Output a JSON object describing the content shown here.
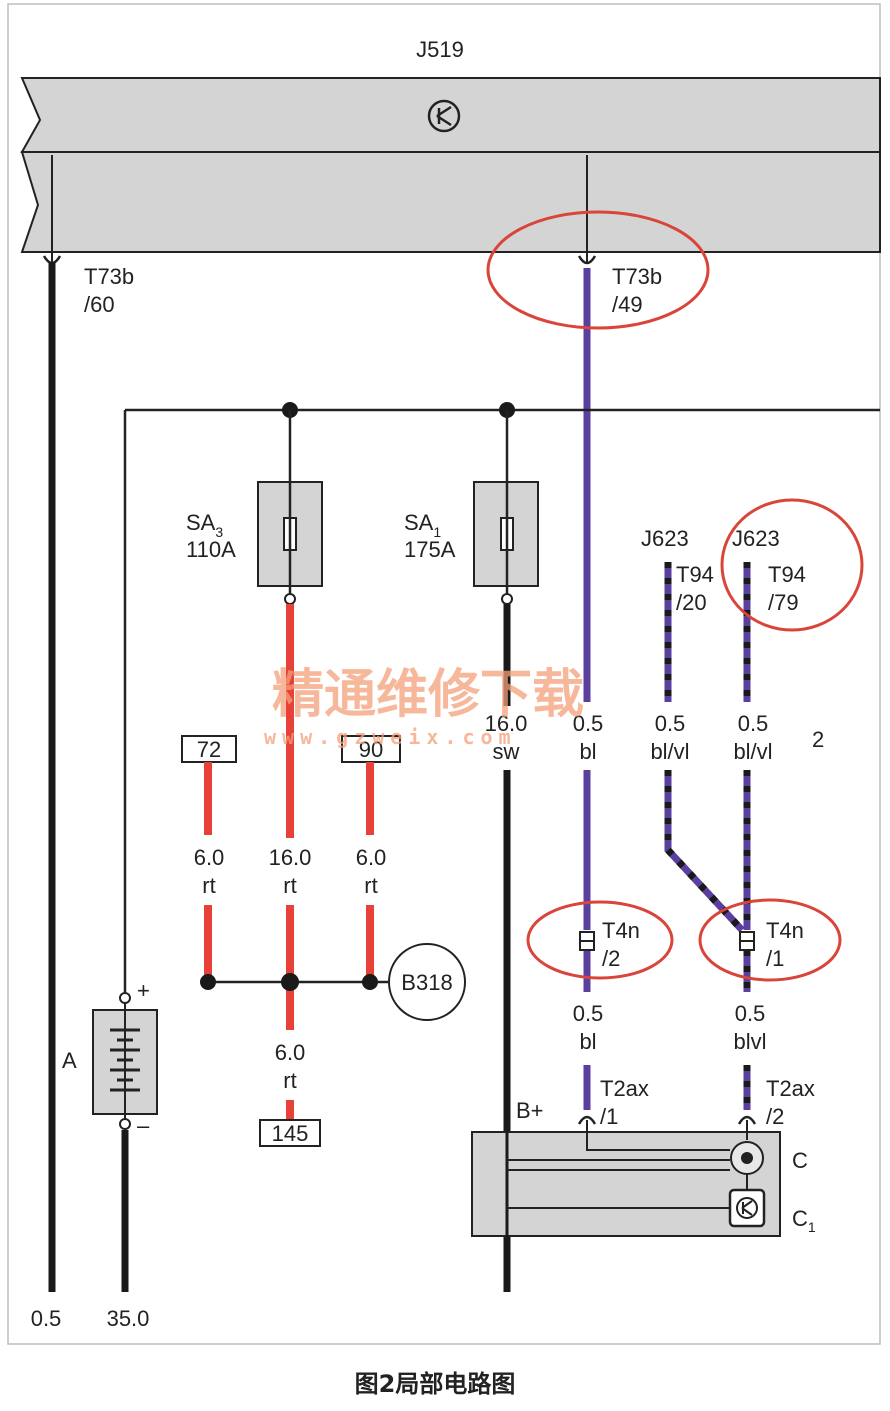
{
  "colors": {
    "wire_black": "#1a1a1a",
    "wire_red": "#e8413a",
    "wire_blue": "#5a3f9e",
    "component_fill": "#d4d4d4",
    "highlight_circle": "#d9453a",
    "watermark": "#f4a07a"
  },
  "control_unit": {
    "label": "J519",
    "icon": "control-unit-icon"
  },
  "connectors": {
    "t73b_60": {
      "line1": "T73b",
      "line2": "/60"
    },
    "t73b_49": {
      "line1": "T73b",
      "line2": "/49"
    },
    "j623_a": {
      "module": "J623",
      "line1": "T94",
      "line2": "/20"
    },
    "j623_b": {
      "module": "J623",
      "line1": "T94",
      "line2": "/79"
    },
    "t4n_2": {
      "line1": "T4n",
      "line2": "/2"
    },
    "t4n_1": {
      "line1": "T4n",
      "line2": "/1"
    },
    "t2ax_1": {
      "line1": "T2ax",
      "line2": "/1"
    },
    "t2ax_2": {
      "line1": "T2ax",
      "line2": "/2"
    }
  },
  "fuses": {
    "sa3": {
      "name": "SA",
      "sub": "3",
      "rating": "110A"
    },
    "sa1": {
      "name": "SA",
      "sub": "1",
      "rating": "175A"
    }
  },
  "battery": {
    "label": "A",
    "plus": "+",
    "minus": "–"
  },
  "ground_point": {
    "label": "B318"
  },
  "ref_boxes": {
    "box72": "72",
    "box90": "90",
    "box145": "145"
  },
  "wire_labels": {
    "w72": {
      "size": "6.0",
      "color": "rt"
    },
    "wmain": {
      "size": "16.0",
      "color": "rt"
    },
    "w90": {
      "size": "6.0",
      "color": "rt"
    },
    "w145": {
      "size": "6.0",
      "color": "rt"
    },
    "wsw": {
      "size": "16.0",
      "color": "sw"
    },
    "wbl_top": {
      "size": "0.5",
      "color": "bl"
    },
    "wblvl_a": {
      "size": "0.5",
      "color": "bl/vl"
    },
    "wblvl_b": {
      "size": "0.5",
      "color": "bl/vl"
    },
    "wbl_bottom": {
      "size": "0.5",
      "color": "bl"
    },
    "wblvl_bottom": {
      "size": "0.5",
      "color": "blvl"
    },
    "left_bottom": "0.5",
    "battery_bottom": "35.0",
    "side_number": "2"
  },
  "generator": {
    "bplus": "B+",
    "c_label": "C",
    "c1_label": "C",
    "c1_sub": "1"
  },
  "watermark": {
    "text": "精通维修下载",
    "url": "www.gzweix.com"
  },
  "caption": "图2局部电路图"
}
